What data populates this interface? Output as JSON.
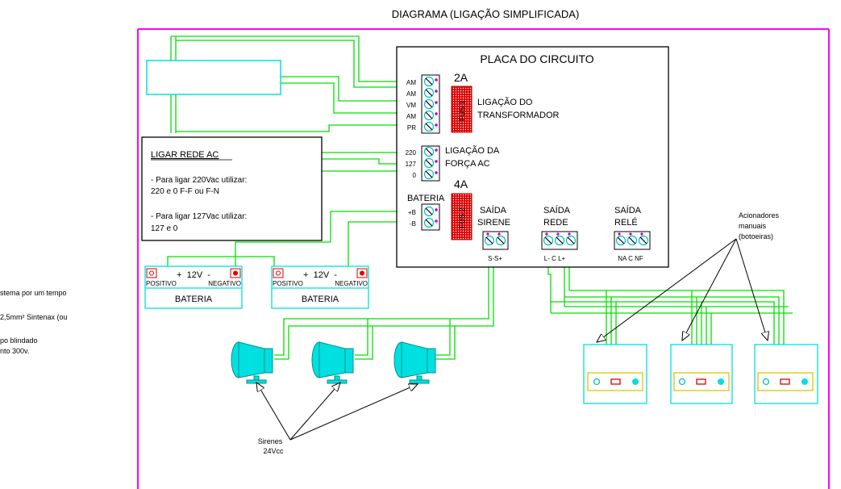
{
  "title": "DIAGRAMA (LIGAÇÃO SIMPLIFICADA)",
  "board": {
    "title": "PLACA DO CIRCUITO",
    "transformer_terminals": [
      "AM",
      "AM",
      "VM",
      "AM",
      "PR"
    ],
    "fuse1_rating": "2A",
    "fuse1_label": "FUS 1",
    "transformer_label_line1": "LIGAÇÃO DO",
    "transformer_label_line2": "TRANSFORMADOR",
    "ac_terminals": [
      "220",
      "127",
      "0"
    ],
    "ac_label_line1": "LIGAÇÃO DA",
    "ac_label_line2": "FORÇA AC",
    "fuse2_rating": "4A",
    "fuse2_label": "FUS 2",
    "battery_label": "BATERIA",
    "battery_terminals": [
      "+B",
      "-B"
    ],
    "siren_out_line1": "SAÍDA",
    "siren_out_line2": "SIRENE",
    "siren_out_pins": "S-S+",
    "net_out_line1": "SAÍDA",
    "net_out_line2": "REDE",
    "net_out_pins": "L- C L+",
    "relay_out_line1": "SAÍDA",
    "relay_out_line2": "RELÉ",
    "relay_out_pins": "NA C NF"
  },
  "ac_note": {
    "heading": "LIGAR REDE AC",
    "line1": "- Para ligar 220Vac utilizar:",
    "line2": "220 e 0 F-F ou F-N",
    "line3": "- Para ligar 127Vac utilizar:",
    "line4": "127 e 0"
  },
  "battery": {
    "voltage": "+  12V  -",
    "positive": "POSITIVO",
    "negative": "NEGATIVO",
    "label": "BATERIA"
  },
  "side_notes": [
    "stema por um tempo",
    "2,5mm² Sintenax (ou",
    "po blindado",
    "nto 300v."
  ],
  "actuators_label": [
    "Acionadores",
    "manuais",
    "(botoeiras)"
  ],
  "sirens_label": [
    "Sirenes",
    "24Vcc"
  ],
  "colors": {
    "wire": "#00e000",
    "frame": "#ff00ff",
    "cyan": "#00e0e0",
    "fuse": "#e00000",
    "yellow": "#d8c800",
    "purple": "#c000c0"
  }
}
